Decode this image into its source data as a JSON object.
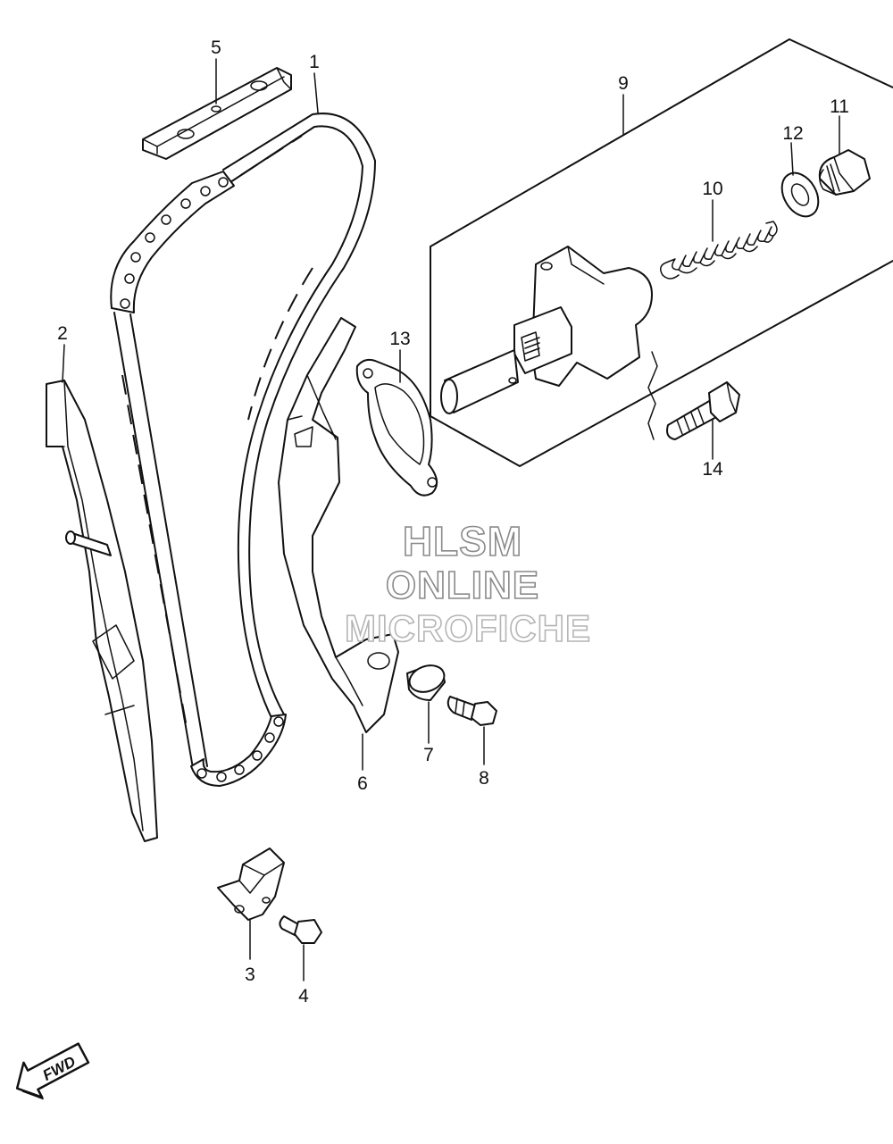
{
  "callouts": {
    "c1": "1",
    "c2": "2",
    "c3": "3",
    "c4": "4",
    "c5": "5",
    "c6": "6",
    "c7": "7",
    "c8": "8",
    "c9": "9",
    "c10": "10",
    "c11": "11",
    "c12": "12",
    "c13": "13",
    "c14": "14"
  },
  "watermark": {
    "line1": "HLSM",
    "line2": "ONLINE",
    "line3": "MICROFICHE"
  },
  "fwd_label": "FWD",
  "colors": {
    "line": "#111111",
    "watermark": "#8a8a8a",
    "background": "#ffffff"
  }
}
